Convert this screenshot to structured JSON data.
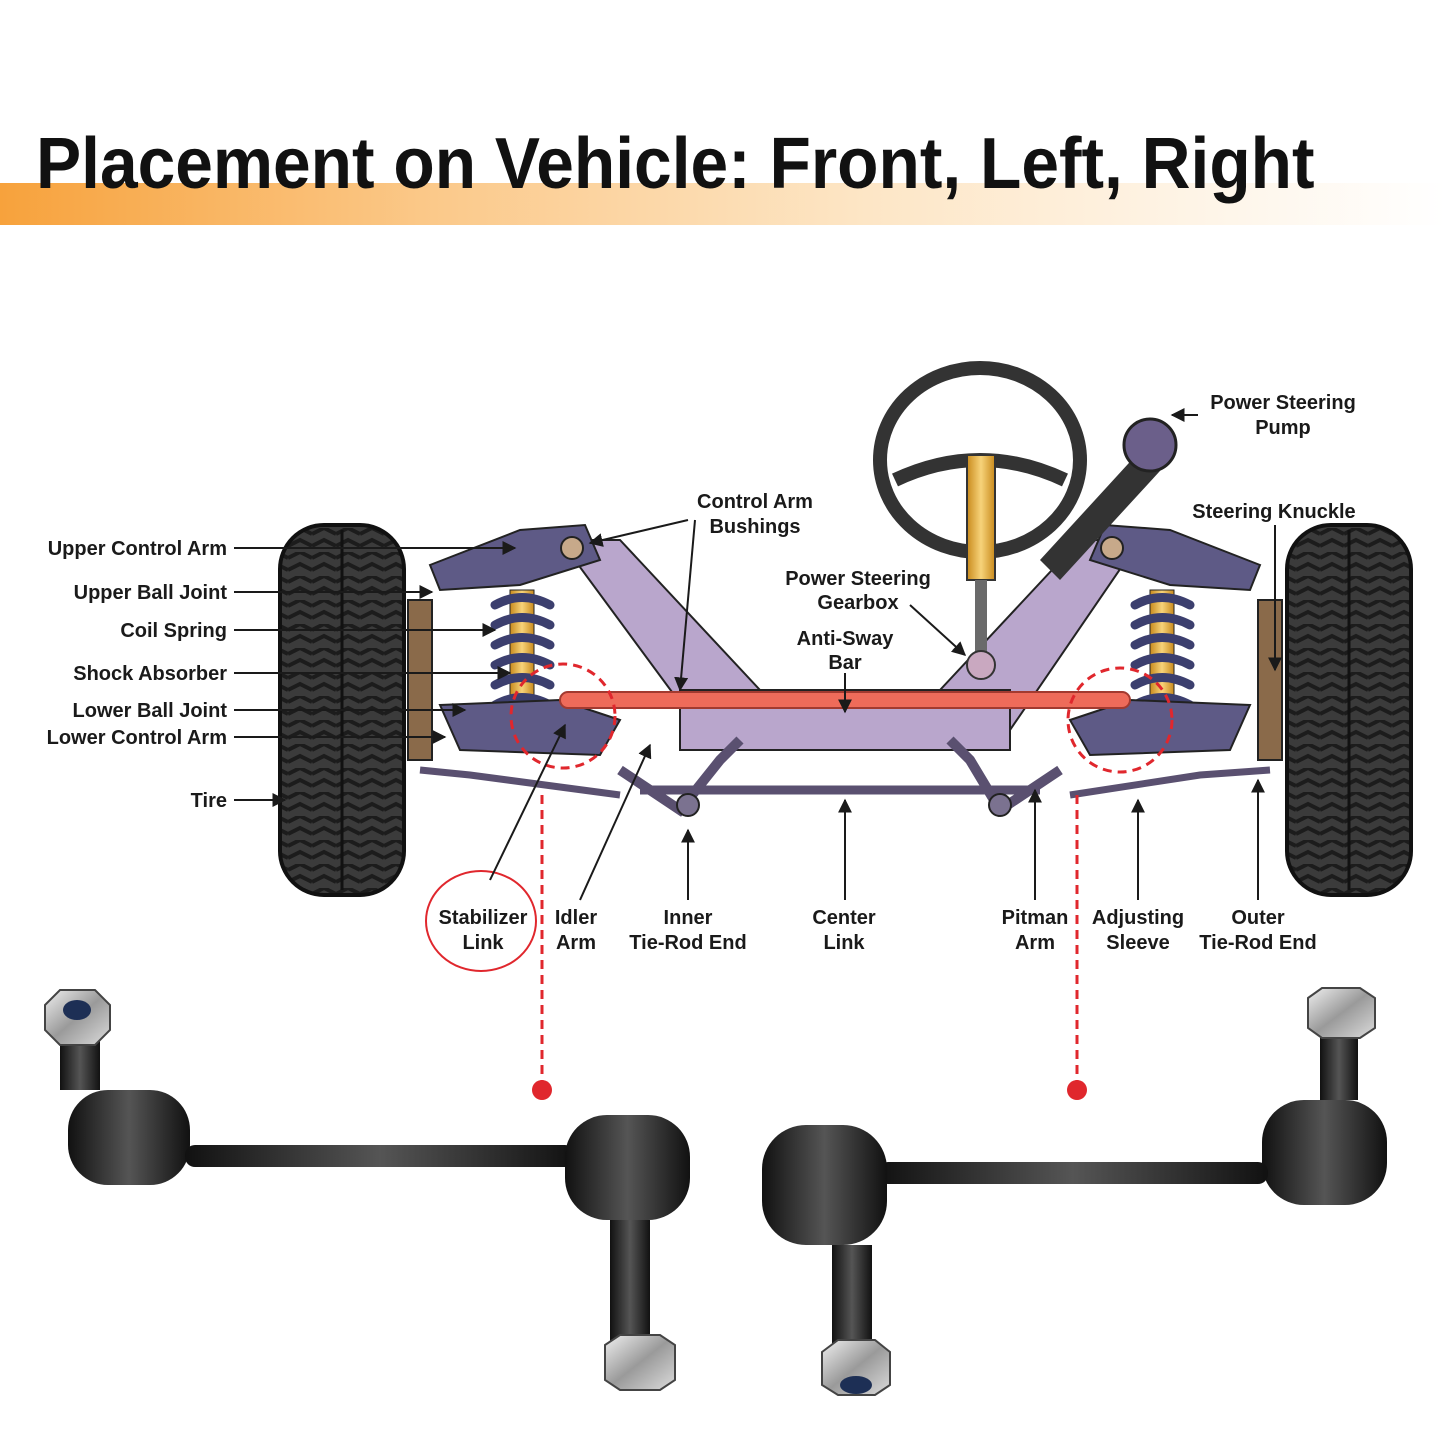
{
  "title": "Placement on Vehicle: Front, Left, Right",
  "colors": {
    "accent_band": "#f7a23c",
    "frame": "#b9a6cc",
    "arms": "#5e5a86",
    "anti_sway_bar": "#ee6b5a",
    "highlight": "#e0272d",
    "spring": "#3c3f6e",
    "shock": "#f2b53c"
  },
  "labels": {
    "upper_control_arm": "Upper Control Arm",
    "upper_ball_joint": "Upper Ball Joint",
    "coil_spring": "Coil Spring",
    "shock_absorber": "Shock Absorber",
    "lower_ball_joint": "Lower Ball Joint",
    "lower_control_arm": "Lower Control Arm",
    "tire": "Tire",
    "control_arm_bushings_1": "Control Arm",
    "control_arm_bushings_2": "Bushings",
    "ps_gearbox_1": "Power Steering",
    "ps_gearbox_2": "Gearbox",
    "anti_sway_1": "Anti-Sway",
    "anti_sway_2": "Bar",
    "ps_pump_1": "Power Steering",
    "ps_pump_2": "Pump",
    "steering_knuckle": "Steering Knuckle",
    "stabilizer_1": "Stabilizer",
    "stabilizer_2": "Link",
    "idler_1": "Idler",
    "idler_2": "Arm",
    "inner_tie_1": "Inner",
    "inner_tie_2": "Tie-Rod End",
    "center_1": "Center",
    "center_2": "Link",
    "pitman_1": "Pitman",
    "pitman_2": "Arm",
    "adjusting_1": "Adjusting",
    "adjusting_2": "Sleeve",
    "outer_tie_1": "Outer",
    "outer_tie_2": "Tie-Rod End"
  }
}
